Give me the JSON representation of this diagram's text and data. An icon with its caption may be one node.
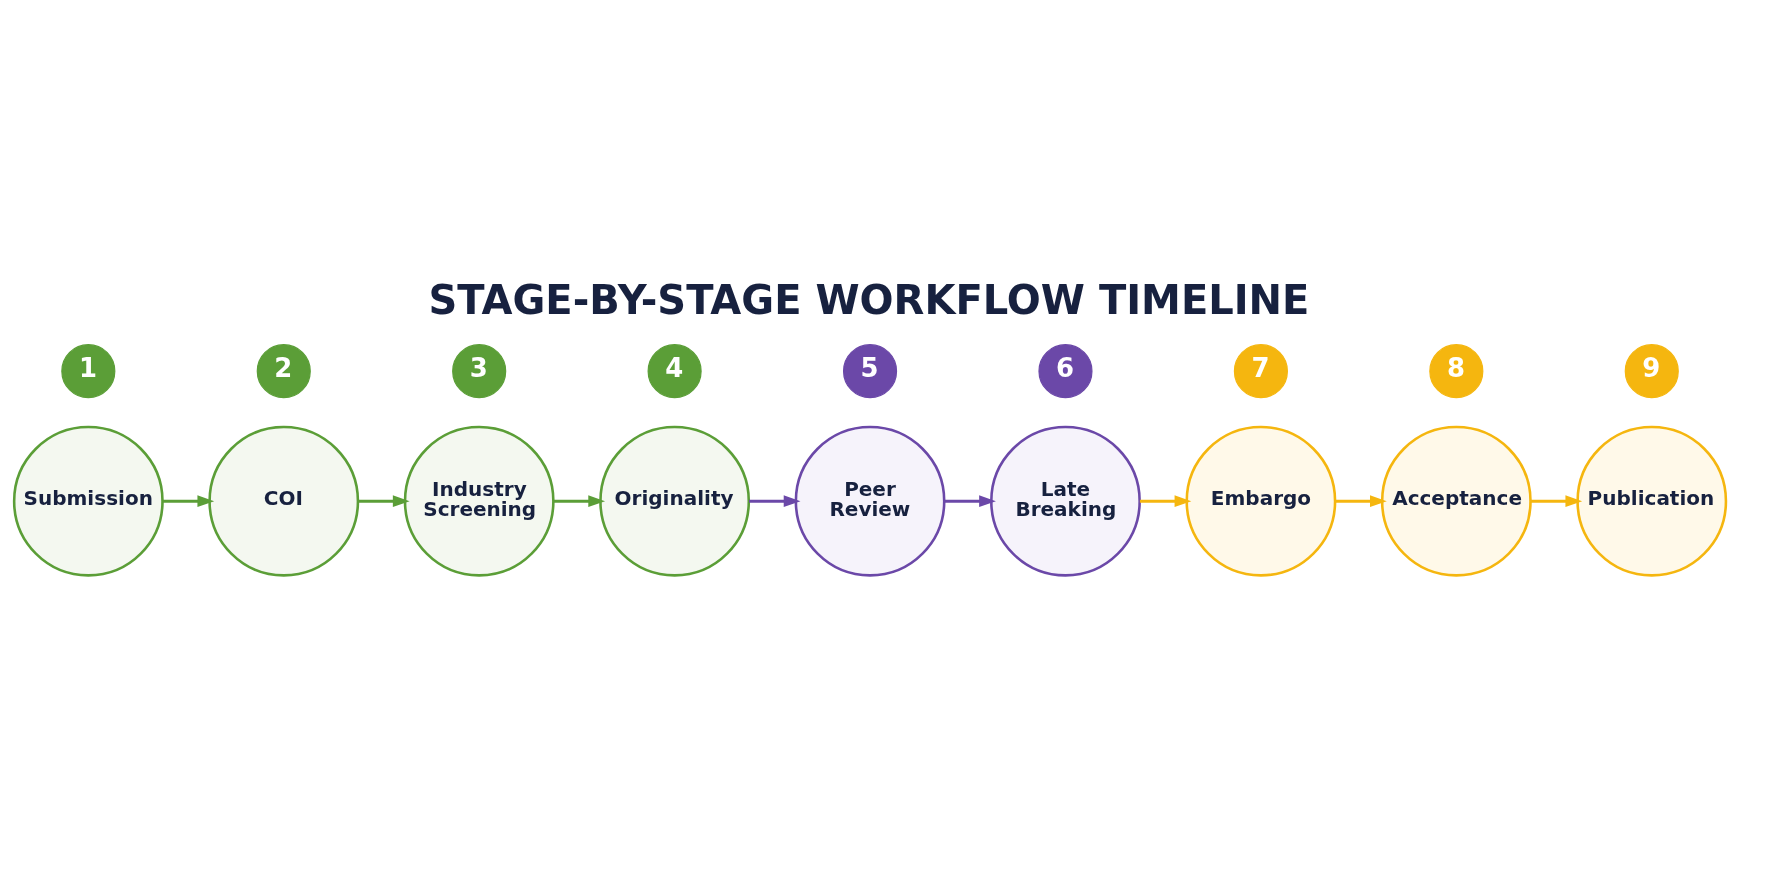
{
  "diagram": {
    "title": "STAGE-BY-STAGE WORKFLOW TIMELINE",
    "nodes": [
      {
        "text": [
          "Submission"
        ],
        "beside": [
          "1"
        ]
      },
      {
        "text": [
          "COI"
        ],
        "beside": [
          "2"
        ]
      },
      {
        "text": [
          "Industry Screening"
        ],
        "beside": [
          "3"
        ]
      },
      {
        "text": [
          "Originality"
        ],
        "beside": [
          "4"
        ]
      },
      {
        "text": [
          "Peer Review"
        ],
        "beside": [
          "5"
        ]
      },
      {
        "text": [
          "Late Breaking"
        ],
        "beside": [
          "6"
        ]
      },
      {
        "text": [
          "Embargo"
        ],
        "beside": [
          "7"
        ]
      },
      {
        "text": [
          "Acceptance"
        ],
        "beside": [
          "8"
        ]
      },
      {
        "text": [
          "Publication"
        ],
        "beside": [
          "9"
        ]
      }
    ],
    "edges": [
      {
        "from": 0,
        "to": 1,
        "arrow": "to",
        "color": "#5b9e37"
      },
      {
        "from": 1,
        "to": 2,
        "arrow": "to",
        "color": "#5b9e37"
      },
      {
        "from": 2,
        "to": 3,
        "arrow": "to",
        "color": "#5b9e37"
      },
      {
        "from": 3,
        "to": 4,
        "arrow": "to",
        "color": "#6b48a8"
      },
      {
        "from": 4,
        "to": 5,
        "arrow": "to",
        "color": "#6b48a8"
      },
      {
        "from": 5,
        "to": 6,
        "arrow": "to",
        "color": "#f5b60f"
      },
      {
        "from": 6,
        "to": 7,
        "arrow": "to",
        "color": "#f5b60f"
      },
      {
        "from": 7,
        "to": 8,
        "arrow": "to",
        "color": "#f5b60f"
      }
    ]
  }
}
